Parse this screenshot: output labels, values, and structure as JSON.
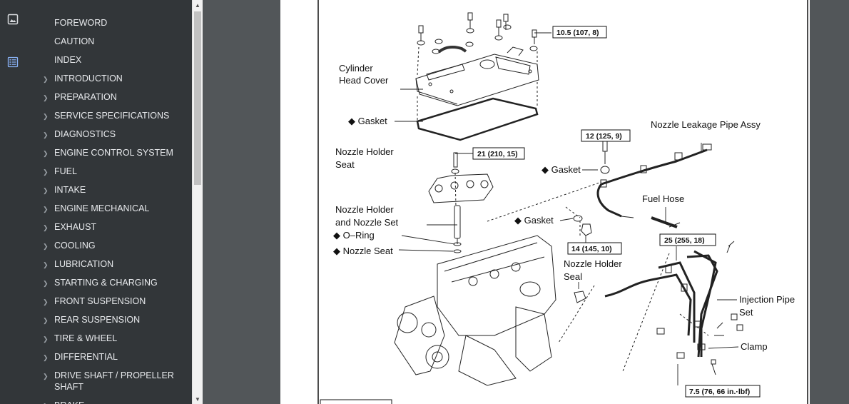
{
  "sidebar": {
    "items": [
      {
        "label": "FOREWORD",
        "expandable": false
      },
      {
        "label": "CAUTION",
        "expandable": false
      },
      {
        "label": "INDEX",
        "expandable": false
      },
      {
        "label": "INTRODUCTION",
        "expandable": true
      },
      {
        "label": "PREPARATION",
        "expandable": true
      },
      {
        "label": "SERVICE SPECIFICATIONS",
        "expandable": true
      },
      {
        "label": "DIAGNOSTICS",
        "expandable": true
      },
      {
        "label": "ENGINE CONTROL SYSTEM",
        "expandable": true
      },
      {
        "label": "FUEL",
        "expandable": true
      },
      {
        "label": "INTAKE",
        "expandable": true
      },
      {
        "label": "ENGINE MECHANICAL",
        "expandable": true
      },
      {
        "label": "EXHAUST",
        "expandable": true
      },
      {
        "label": "COOLING",
        "expandable": true
      },
      {
        "label": "LUBRICATION",
        "expandable": true
      },
      {
        "label": "STARTING & CHARGING",
        "expandable": true
      },
      {
        "label": "FRONT SUSPENSION",
        "expandable": true
      },
      {
        "label": "REAR SUSPENSION",
        "expandable": true
      },
      {
        "label": "TIRE & WHEEL",
        "expandable": true
      },
      {
        "label": "DIFFERENTIAL",
        "expandable": true
      },
      {
        "label": "DRIVE SHAFT / PROPELLER SHAFT",
        "expandable": true
      },
      {
        "label": "BRAKE",
        "expandable": true
      }
    ]
  },
  "rail": {
    "icons": [
      "thumbnails-icon",
      "outline-icon"
    ]
  },
  "diagram": {
    "labels": {
      "cylinder_head_cover_1": "Cylinder",
      "cylinder_head_cover_2": "Head Cover",
      "gasket_1": "◆ Gasket",
      "nozzle_holder_seat_1": "Nozzle Holder",
      "nozzle_holder_seat_2": "Seat",
      "nozzle_holder_nozzle_set_1": "Nozzle Holder",
      "nozzle_holder_nozzle_set_2": "and Nozzle Set",
      "o_ring": "◆ O–Ring",
      "nozzle_seat": "◆ Nozzle Seat",
      "nozzle_leakage_pipe": "Nozzle Leakage Pipe Assy",
      "gasket_2": "◆ Gasket",
      "gasket_3": "◆ Gasket",
      "fuel_hose": "Fuel Hose",
      "nozzle_holder_seal_1": "Nozzle Holder",
      "nozzle_holder_seal_2": "Seal",
      "injection_pipe_set_1": "Injection Pipe",
      "injection_pipe_set_2": "Set",
      "clamp": "Clamp"
    },
    "torque": {
      "t1": "10.5 (107, 8)",
      "t2": "12 (125, 9)",
      "t3": "21 (210, 15)",
      "t4": "14 (145, 10)",
      "t5": "25 (255, 18)",
      "t6": "7.5 (76, 66 in.·lbf)"
    }
  }
}
